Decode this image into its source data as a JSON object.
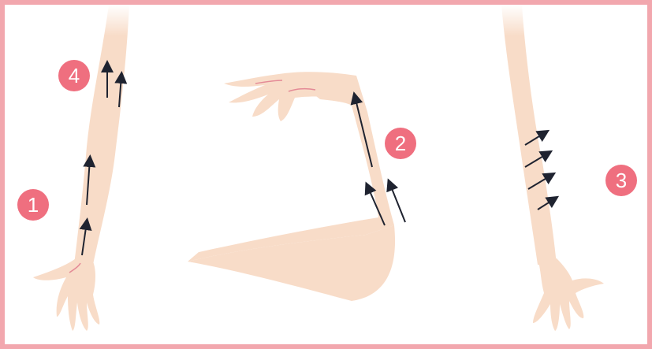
{
  "colors": {
    "frame_border": "#f2a7ae",
    "skin": "#f8dcc8",
    "badge": "#ef6f7f",
    "arrow": "#1f2330"
  },
  "steps": [
    {
      "number": "1"
    },
    {
      "number": "2"
    },
    {
      "number": "3"
    },
    {
      "number": "4"
    }
  ],
  "icons": [
    "arm-illustration",
    "up-arrow-icon",
    "diagonal-arrow-icon"
  ]
}
